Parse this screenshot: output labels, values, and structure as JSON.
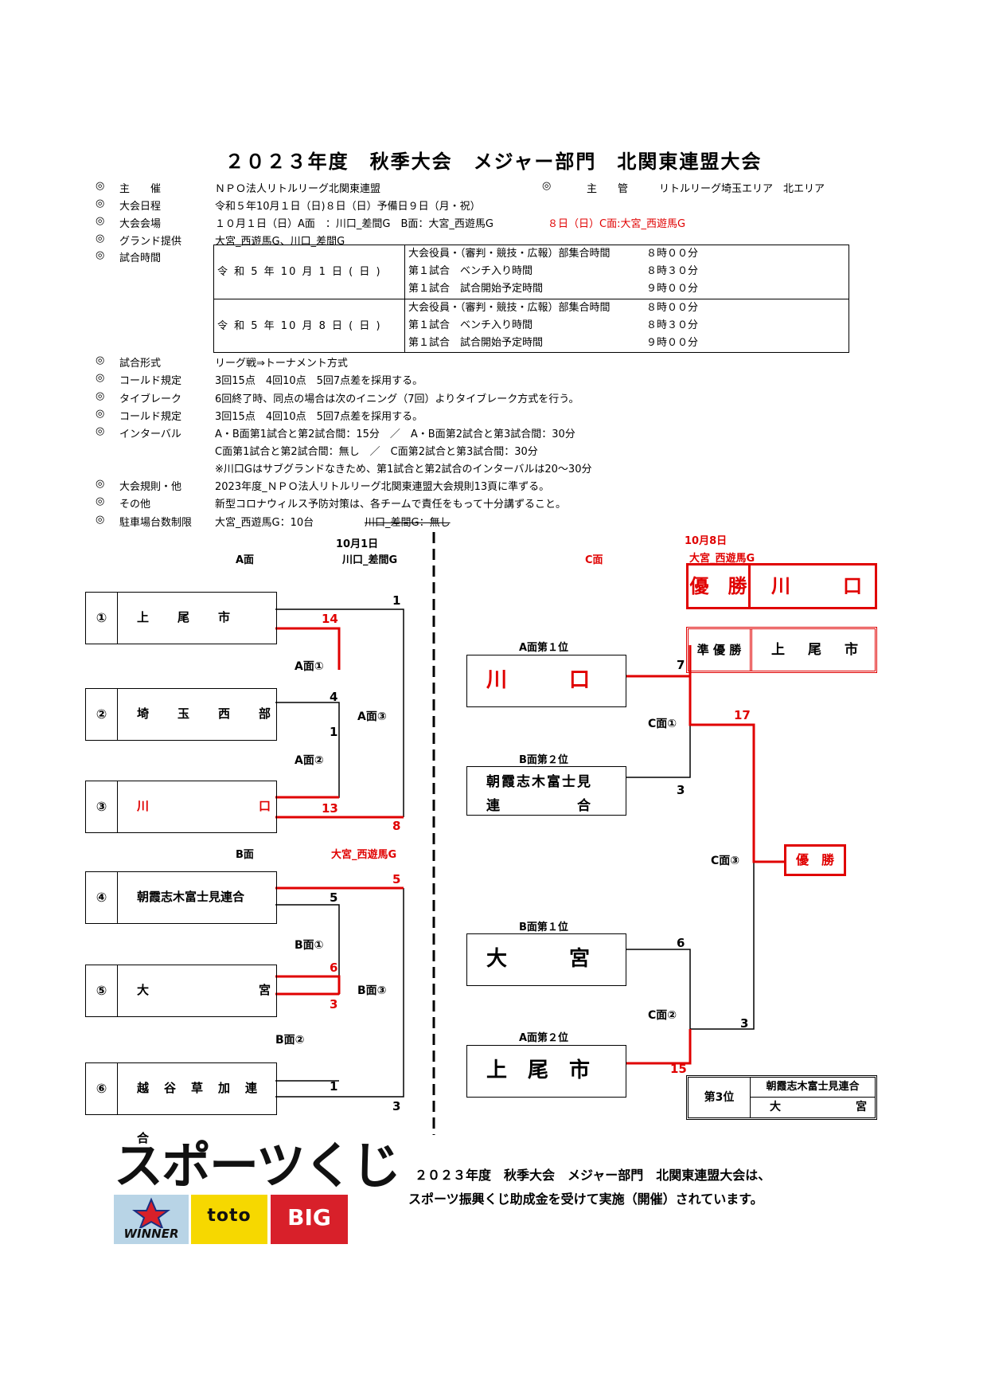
{
  "title": "２０２３年度　秋季大会　メジャー部門　北関東連盟大会",
  "info": {
    "mark": "◎",
    "shusai_label": "主　　催",
    "shusai_value": "ＮＰＯ法人リトルリーグ北関東連盟",
    "shukan_label": "主　　管",
    "shukan_value": "リトルリーグ埼玉エリア　北エリア",
    "nittei_label": "大会日程",
    "nittei_value": "令和５年10月１日（日)８日（日）予備日９日（月・祝）",
    "kaijo_label": "大会会場",
    "kaijo_value": "１０月１日（日）A面　：川口_差間G　B面：大宮_西遊馬G",
    "kaijo_red": "８日（日）C面:大宮_西遊馬G",
    "ground_label": "グランド提供",
    "ground_value": "大宮_西遊馬G、川口_差間G",
    "jikan_label": "試合時間",
    "keishiki_label": "試合形式",
    "keishiki_value": "リーグ戦⇒トーナメント方式",
    "called1_label": "コールド規定",
    "called1_value": "3回15点　4回10点　5回7点差を採用する。",
    "tiebreak_label": "タイブレーク",
    "tiebreak_value": "6回終了時、同点の場合は次のイニング（7回）よりタイブレーク方式を行う。",
    "called2_label": "コールド規定",
    "called2_value": "3回15点　4回10点　5回7点差を採用する。",
    "interval_label": "インターバル",
    "interval_line1": "A・B面第1試合と第2試合間：15分　／　A・B面第2試合と第3試合間：30分",
    "interval_line2": "C面第1試合と第2試合間：無し　／　C面第2試合と第3試合間：30分",
    "interval_line3": "※川口Gはサブグランドなきため、第1試合と第2試合のインターバルは20～30分",
    "kisoku_label": "大会規則・他",
    "kisoku_value": "2023年度_ＮＰＯ法人リトルリーグ北関東連盟大会規則13頁に準ずる。",
    "sonota_label": "その他",
    "sonota_value": "新型コロナウィルス予防対策は、各チームで責任をもって十分講ずること。",
    "parking_label": "駐車場台数制限",
    "parking_value": "大宮_西遊馬G：10台",
    "parking_struck": "川口_差間G：無し"
  },
  "schedule": [
    {
      "date": "令 和 5 年 10 月 1 日 ( 日 )",
      "lines": [
        {
          "label": "大会役員・（審判・競技・広報）部集合時間",
          "time": "８時００分"
        },
        {
          "label": "第１試合　ベンチ入り時間",
          "time": "８時３０分"
        },
        {
          "label": "第１試合　試合開始予定時間",
          "time": "９時００分"
        }
      ]
    },
    {
      "date": "令 和 5 年 10 月 8 日 ( 日 )",
      "lines": [
        {
          "label": "大会役員・（審判・競技・広報）部集合時間",
          "time": "８時００分"
        },
        {
          "label": "第１試合　ベンチ入り時間",
          "time": "８時３０分"
        },
        {
          "label": "第１試合　試合開始予定時間",
          "time": "９時００分"
        }
      ]
    }
  ],
  "left": {
    "date": "10月1日",
    "a_face": "A面",
    "a_venue": "川口_差間G",
    "b_face": "B面",
    "b_venue": "大宮_西遊馬G",
    "teams": [
      {
        "num": "①",
        "name": "上　　尾　　市"
      },
      {
        "num": "②",
        "name": "埼　　玉　　西　　部"
      },
      {
        "num": "③",
        "name": "川　　　　　　　　口"
      },
      {
        "num": "④",
        "name": "朝霞志木富士見連合"
      },
      {
        "num": "⑤",
        "name": "大　　　　　　　　宮"
      },
      {
        "num": "⑥",
        "name": "越　谷　草　加　連　合"
      }
    ],
    "games": [
      "A面①",
      "A面②",
      "A面③",
      "B面①",
      "B面②",
      "B面③"
    ],
    "scores": [
      "1",
      "14",
      "4",
      "1",
      "13",
      "8",
      "5",
      "5",
      "6",
      "3",
      "1",
      "3"
    ]
  },
  "right": {
    "date": "10月8日",
    "c_face": "C面",
    "c_venue": "大宮_西遊馬G",
    "champion_label": "優　勝",
    "champion_team": "川　　口",
    "runnerup_label": "準 優 勝",
    "runnerup_team": "上　尾　市",
    "seeds": [
      {
        "label": "A面第１位",
        "team": "川　　　口"
      },
      {
        "label": "B面第２位",
        "team": "朝霞志木富士見",
        "team2": "連　　　　　合"
      },
      {
        "label": "B面第１位",
        "team": "大　　　宮"
      },
      {
        "label": "A面第２位",
        "team": "上　尾　市"
      }
    ],
    "games": [
      "C面①",
      "C面②",
      "C面③"
    ],
    "scores": [
      "7",
      "3",
      "17",
      "6",
      "15",
      "3"
    ],
    "final_label": "優　勝",
    "third_label": "第3位",
    "third_teams": [
      "朝霞志木富士見連合",
      "大　　　　　宮"
    ]
  },
  "footer": {
    "logo_text": "スポーツくじ",
    "winner": "WINNER",
    "toto": "toto",
    "big": "BIG",
    "line1": "２０２３年度　秋季大会　メジャー部門　北関東連盟大会は、",
    "line2": "スポーツ振興くじ助成金を受けて実施（開催）されています。"
  },
  "colors": {
    "accent": "#e00000",
    "toto_yellow": "#f6d800",
    "winner_blue": "#b8d4e6"
  }
}
